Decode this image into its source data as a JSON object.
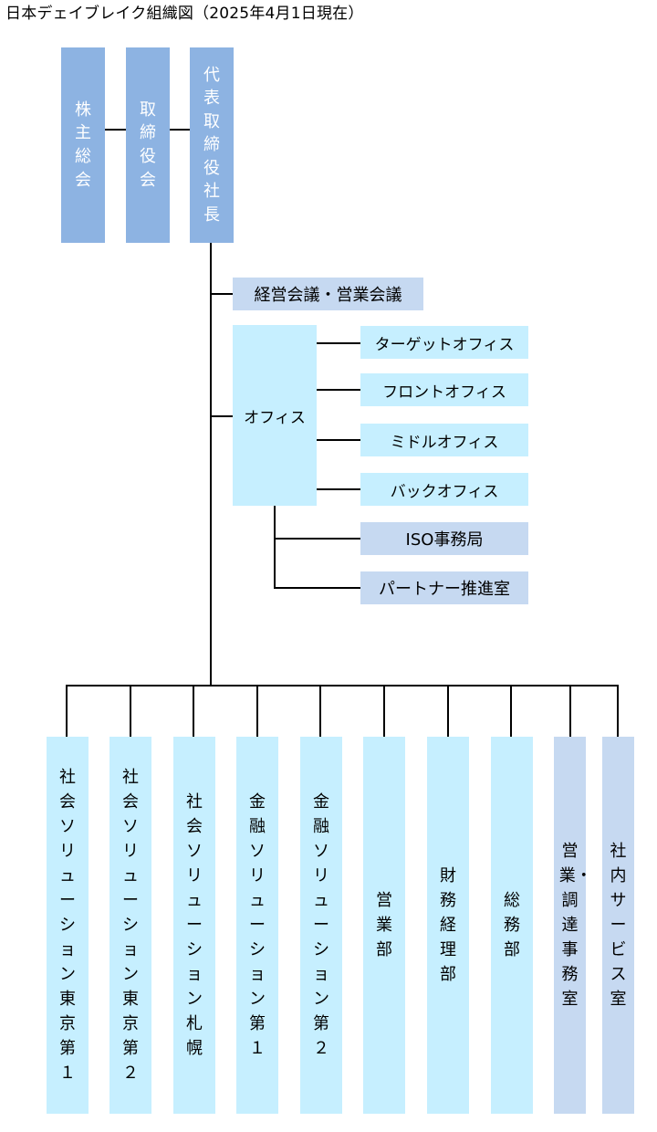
{
  "title": "日本デェイブレイク組織図（2025年4月1日現在）",
  "top_row": {
    "shareholders": "株主総会",
    "board": "取締役会",
    "president": "代表取締役社長"
  },
  "meeting": "経営会議・営業会議",
  "office": {
    "label": "オフィス",
    "subs": [
      "ターゲットオフィス",
      "フロントオフィス",
      "ミドルオフィス",
      "バックオフィス"
    ]
  },
  "office_units": [
    "ISO事務局",
    "パートナー推進室"
  ],
  "departments": [
    "社会ソリューション東京第１",
    "社会ソリューション東京第２",
    "社会ソリューション札幌",
    "金融ソリューション第１",
    "金融ソリューション第２",
    "営業部",
    "財務経理部",
    "総務部",
    "営業・調達事務室",
    "社内サービス室"
  ],
  "colors": {
    "top_box": "#8db3e2",
    "light_box": "#c6efff",
    "mid_box": "#c6d9f1",
    "line": "#000000"
  }
}
